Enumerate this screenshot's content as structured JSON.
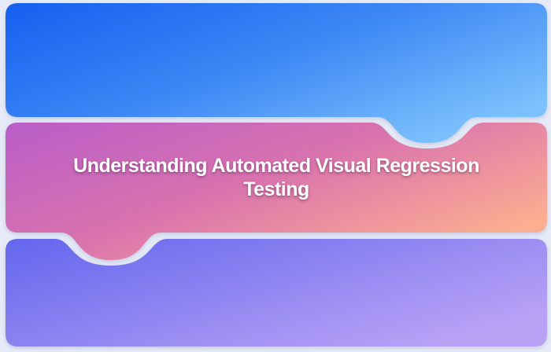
{
  "banner": {
    "background_color": "#e7ebf7",
    "title": {
      "lines": [
        "Understanding Automated Visual Regression",
        "Testing"
      ],
      "color": "#ffffff"
    },
    "blocks": [
      {
        "name": "top-block",
        "gradient": {
          "from": "#165ff0",
          "mid": "#3c86f5",
          "to": "#7cc1fc"
        }
      },
      {
        "name": "middle-block",
        "gradient": {
          "from": "#b95dc9",
          "mid": "#d973ae",
          "to": "#fdae90"
        }
      },
      {
        "name": "bottom-block",
        "gradient": {
          "from": "#6366ee",
          "mid": "#8e84f1",
          "to": "#b9a2f6"
        }
      }
    ]
  }
}
